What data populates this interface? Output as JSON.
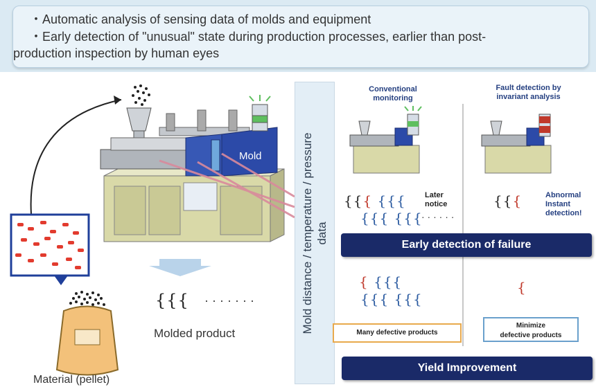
{
  "header": {
    "bullet1": "・Automatic analysis of sensing data of molds and equipment",
    "bullet2_line1": "・Early detection of \"unusual\" state during production processes, earlier than post-",
    "bullet2_line2": "production inspection by human eyes"
  },
  "machine": {
    "mold_label": "Mold"
  },
  "vertical_label": {
    "line1": "Mold distance / temperature / pressure",
    "line2": "data"
  },
  "product": {
    "glyphs": "{{{",
    "dots": "· · · · · · ·",
    "label": "Molded product"
  },
  "material": {
    "label": "Material (pellet)"
  },
  "conventional": {
    "title_line1": "Conventional",
    "title_line2": "monitoring",
    "later_line1": "Later",
    "later_line2": "notice",
    "dots": "· · · · · ·",
    "defect_label": "Many defective products"
  },
  "fault_detection": {
    "title_line1": "Fault detection by",
    "title_line2": "invariant analysis",
    "abnormal_line1": "Abnormal",
    "abnormal_line2": "Instant",
    "abnormal_line3": "detection!",
    "defect_label_line1": "Minimize",
    "defect_label_line2": "defective products"
  },
  "bars": {
    "early_detection": "Early detection of failure",
    "yield": "Yield Improvement"
  },
  "colors": {
    "navy": "#1a2a68",
    "red": "#c0392b",
    "blue_glyph": "#2a5aa0",
    "orange_border": "#e8a94c",
    "lightblue_border": "#6aa0cc"
  }
}
